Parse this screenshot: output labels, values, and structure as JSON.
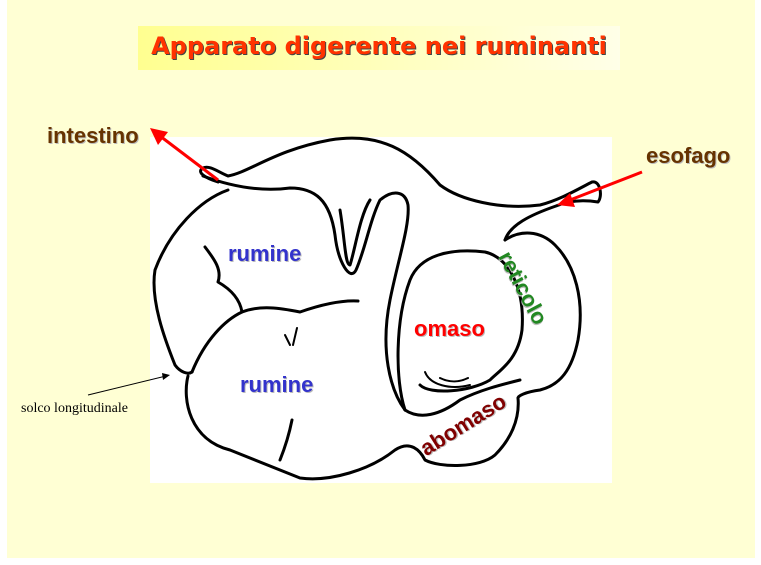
{
  "title": "Apparato digerente nei ruminanti",
  "labels": {
    "intestino": "intestino",
    "esofago": "esofago",
    "rumine_top": "rumine",
    "rumine_bottom": "rumine",
    "reticolo": "reticolo",
    "omaso": "omaso",
    "abomaso": "abomaso",
    "solco": "solco longitudinale"
  },
  "colors": {
    "title": "#ff3300",
    "rumine": "#3333cc",
    "omaso": "#ff0000",
    "reticolo": "#228822",
    "abomaso": "#800000",
    "outer": "#663300",
    "arrow": "#ff0000"
  }
}
